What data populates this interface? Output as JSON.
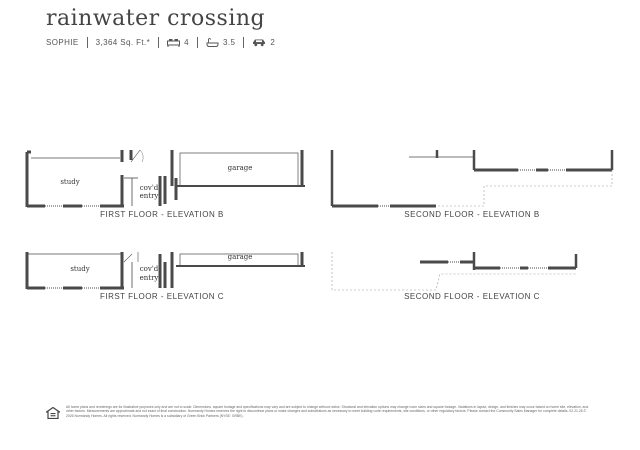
{
  "community_title": "rainwater crossing",
  "specs": {
    "plan_name": "SOPHIE",
    "sqft": "3,364 Sq. Ft.*",
    "bedrooms": "4",
    "bathrooms": "3.5",
    "garage": "2"
  },
  "room_labels": {
    "study": "study",
    "covd": "cov'd",
    "entry": "entry",
    "garage": "garage"
  },
  "captions": {
    "first_b": "FIRST FLOOR - ELEVATION B",
    "second_b": "SECOND FLOOR - ELEVATION B",
    "first_c": "FIRST FLOOR - ELEVATION C",
    "second_c": "SECOND FLOOR - ELEVATION C"
  },
  "disclaimer": "All home plans and renderings are for illustrative purposes only and are not to scale. Dimensions, square footage and specifications may vary and are subject to change without notice. Structural and elevation options may change room sizes and square footage. Variations in layout, design, and finishes may occur based on home site, elevation, and other factors. Measurements are approximate and not exact of final construction. Normandy Homes reserves the right to discontinue plans or make changes and substitutions as necessary to meet building code requirements, site conditions, or other regulatory factors. Please contact the Community Sales Manager for complete details. 02.21.26 © 2026 Normandy Homes. All rights reserved. Normandy Homes is a subsidiary of Green Brick Partners (NYSE: GRBK).",
  "colors": {
    "wall": "#4a4a4a",
    "dashed": "#9a9a9a",
    "text": "#3b3b3b"
  },
  "icons": [
    "bed-icon",
    "bath-icon",
    "car-icon",
    "equal-housing-icon"
  ]
}
